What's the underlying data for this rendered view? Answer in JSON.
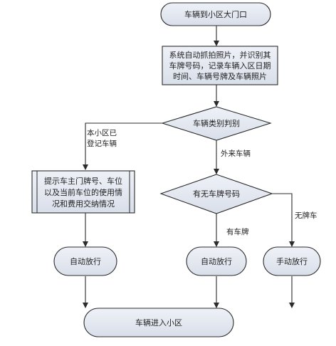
{
  "nodes": {
    "start": {
      "text": "车辆到小区大门口"
    },
    "capture": {
      "lines": [
        "系统自动抓拍照片，并识别其",
        "车牌号码，记录车辆入区日期",
        "时间、车辆号牌及车辆照片"
      ]
    },
    "vehicle_type": {
      "text": "车辆类别判别"
    },
    "info_box": {
      "lines": [
        "提示车主门牌号、车位",
        "以及当前车位的使用情",
        "况和费用交纳情况"
      ]
    },
    "plate_check": {
      "text": "有无车牌号码"
    },
    "auto_release_left": {
      "text": "自动放行"
    },
    "auto_release_mid": {
      "text": "自动放行"
    },
    "manual_release": {
      "text": "手动放行"
    },
    "enter": {
      "text": "车辆进入小区"
    }
  },
  "edge_labels": {
    "registered": {
      "lines": [
        "本小区已",
        "登记车辆"
      ]
    },
    "outside": {
      "text": "外来车辆"
    },
    "has_plate": {
      "text": "有车牌"
    },
    "no_plate": {
      "text": "无牌车"
    }
  },
  "colors": {
    "node_fill": "#e4e9f2",
    "node_stroke": "#2b2b2b",
    "arrow": "#2b2b2b",
    "text": "#222222"
  }
}
